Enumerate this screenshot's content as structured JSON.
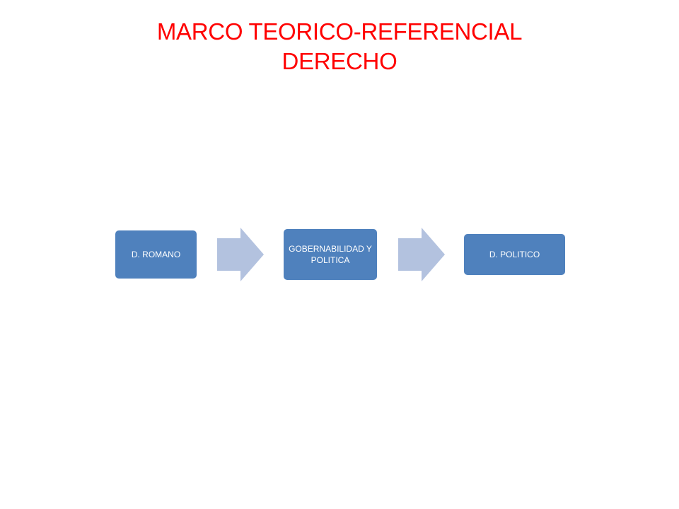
{
  "title": {
    "line1": "MARCO TEORICO-REFERENCIAL",
    "line2": "DERECHO"
  },
  "diagram": {
    "nodes": [
      {
        "label": "D. ROMANO"
      },
      {
        "label": "GOBERNABILIDAD Y POLITICA"
      },
      {
        "label": "D. POLITICO"
      }
    ]
  },
  "colors": {
    "title": "#ff0000",
    "node_fill": "#4f81bd",
    "arrow_fill": "#b3c2df",
    "node_text": "#ffffff"
  }
}
